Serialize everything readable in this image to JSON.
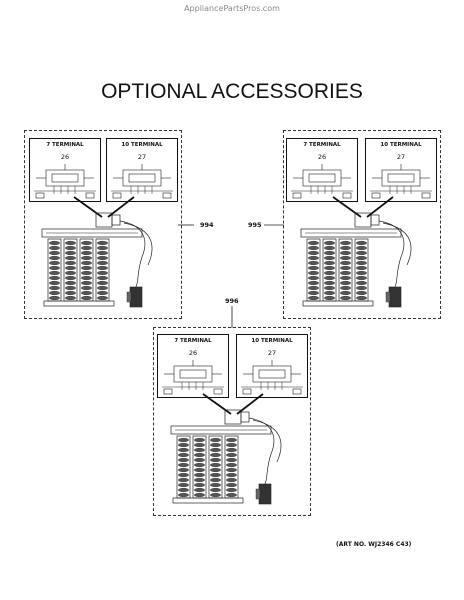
{
  "watermark": "AppliancePartsPros.com",
  "title": "OPTIONAL ACCESSORIES",
  "art_number": "(ART NO. WJ2346 C43)",
  "assemblies": [
    {
      "part_number": "994",
      "inset_left": {
        "label": "7 TERMINAL",
        "callout": "26"
      },
      "inset_right": {
        "label": "10 TERMINAL",
        "callout": "27"
      }
    },
    {
      "part_number": "995",
      "inset_left": {
        "label": "7 TERMINAL",
        "callout": "26"
      },
      "inset_right": {
        "label": "10 TERMINAL",
        "callout": "27"
      }
    },
    {
      "part_number": "996",
      "inset_left": {
        "label": "7 TERMINAL",
        "callout": "26"
      },
      "inset_right": {
        "label": "10 TERMINAL",
        "callout": "27"
      }
    }
  ]
}
